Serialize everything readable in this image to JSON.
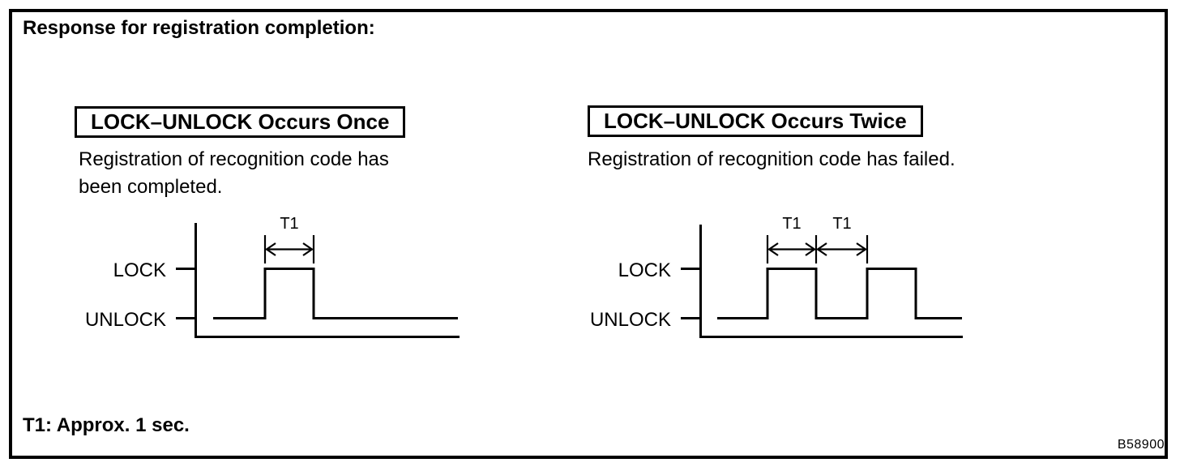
{
  "colors": {
    "ink": "#000000",
    "paper": "#ffffff"
  },
  "figure": {
    "title": "Response for registration completion:",
    "footnote": "T1: Approx. 1 sec.",
    "code": "B58900"
  },
  "panels": [
    {
      "heading": "LOCK–UNLOCK Occurs Once",
      "description_lines": [
        "Registration of recognition code has",
        "been completed."
      ],
      "diagram": {
        "high_label": "LOCK",
        "low_label": "UNLOCK",
        "interval_labels": [
          "T1"
        ],
        "pulse_count": 1,
        "sequence": [
          "UNLOCK",
          "LOCK (T1)",
          "UNLOCK"
        ]
      }
    },
    {
      "heading": "LOCK–UNLOCK Occurs Twice",
      "description_lines": [
        "Registration of recognition code has failed."
      ],
      "diagram": {
        "high_label": "LOCK",
        "low_label": "UNLOCK",
        "interval_labels": [
          "T1",
          "T1"
        ],
        "pulse_count": 2,
        "sequence": [
          "UNLOCK",
          "LOCK (T1)",
          "UNLOCK (T1)",
          "LOCK",
          "UNLOCK"
        ]
      }
    }
  ]
}
